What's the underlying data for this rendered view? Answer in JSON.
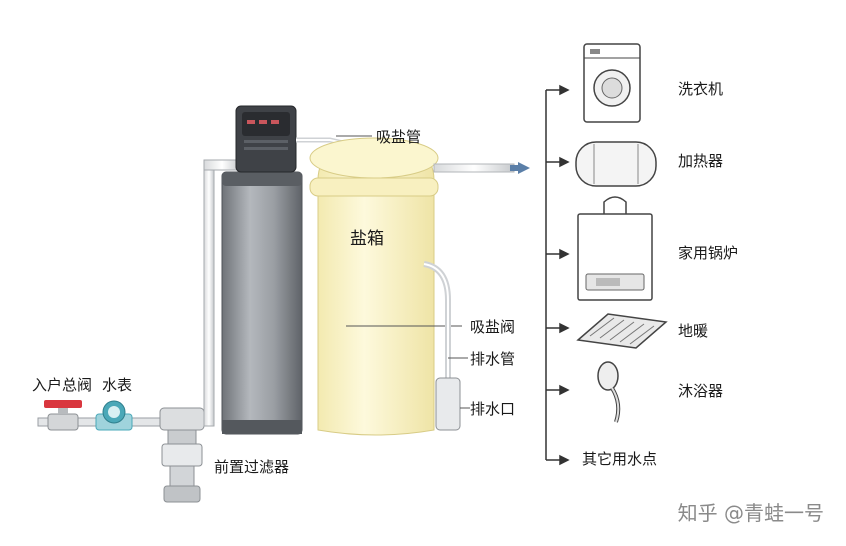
{
  "labels": {
    "main_valve": "入户总阀",
    "water_meter": "水表",
    "pre_filter": "前置过滤器",
    "brine_tube": "吸盐管",
    "salt_tank": "盐箱",
    "brine_valve": "吸盐阀",
    "drain_pipe": "排水管",
    "drain_outlet": "排水口"
  },
  "outlets": [
    {
      "label": "洗衣机",
      "icon": "washing-machine-icon"
    },
    {
      "label": "加热器",
      "icon": "heater-icon"
    },
    {
      "label": "家用锅炉",
      "icon": "boiler-icon"
    },
    {
      "label": "地暖",
      "icon": "floor-heating-icon"
    },
    {
      "label": "沐浴器",
      "icon": "shower-icon"
    },
    {
      "label": "其它用水点",
      "icon": ""
    }
  ],
  "watermark": "知乎 @青蛙一号",
  "colors": {
    "tank_gray": "#8f9399",
    "salt_tank_yellow": "#fbf6cf",
    "valve_red": "#d9363e",
    "meter_teal": "#4aa8b8",
    "arrow_blue": "#5b7fa8"
  }
}
